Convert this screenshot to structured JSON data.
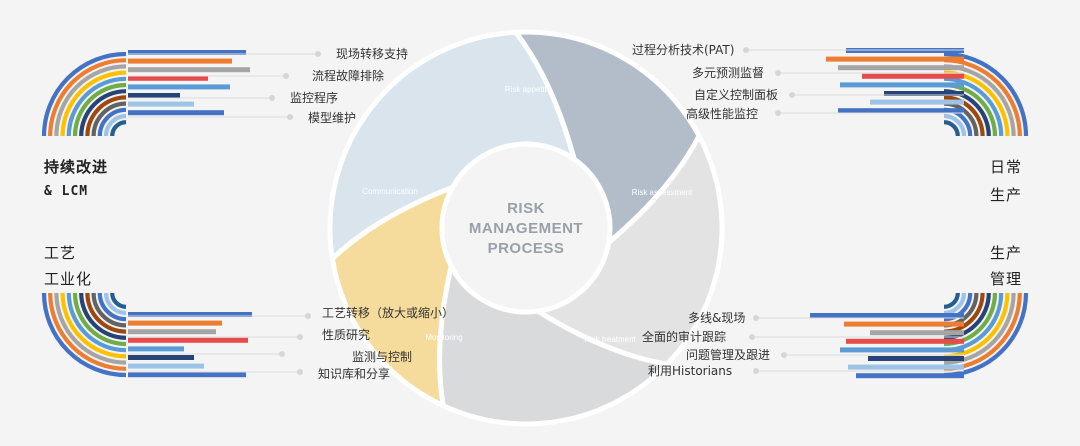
{
  "center": {
    "line1": "RISK",
    "line2": "MANAGEMENT",
    "line3": "PROCESS"
  },
  "segments": [
    {
      "label": "Risk appetite",
      "color": "#b3bcc9"
    },
    {
      "label": "Risk assessment",
      "color": "#e3e3e3"
    },
    {
      "label": "Risk treatment",
      "color": "#d9dadc"
    },
    {
      "label": "Monitoring",
      "color": "#f5dc9c"
    },
    {
      "label": "Communication",
      "color": "#d9e4ec"
    }
  ],
  "corners": {
    "top_left": {
      "line1": "持续改进",
      "line2": "& LCM"
    },
    "top_right": {
      "line1": "日常",
      "line2": "生产"
    },
    "bottom_left": {
      "line1": "工艺",
      "line2": "工业化"
    },
    "bottom_right": {
      "line1": "生产",
      "line2": "管理"
    }
  },
  "groups": {
    "top_left": [
      "现场转移支持",
      "流程故障排除",
      "监控程序",
      "模型维护"
    ],
    "top_right": [
      "过程分析技术(PAT)",
      "多元预测监督",
      "自定义控制面板",
      "高级性能监控"
    ],
    "bottom_left": [
      "工艺转移（放大或缩小）",
      "性质研究",
      "监测与控制",
      "知识库和分享"
    ],
    "bottom_right": [
      "多线&现场",
      "全面的审计跟踪",
      "问题管理及跟进",
      "利用Historians"
    ]
  },
  "arc_colors": [
    "#4472c4",
    "#ed7d31",
    "#a5a5a5",
    "#ffc000",
    "#5b9bd5",
    "#70ad47",
    "#264478",
    "#9e480e",
    "#636363",
    "#4472c4",
    "#9dc3e6",
    "#255e91"
  ],
  "bar_colors": [
    "#4472c4",
    "#ed7d31",
    "#a5a5a5",
    "#e64c4c",
    "#5b9bd5",
    "#264478",
    "#9dc3e6",
    "#4472c4"
  ]
}
